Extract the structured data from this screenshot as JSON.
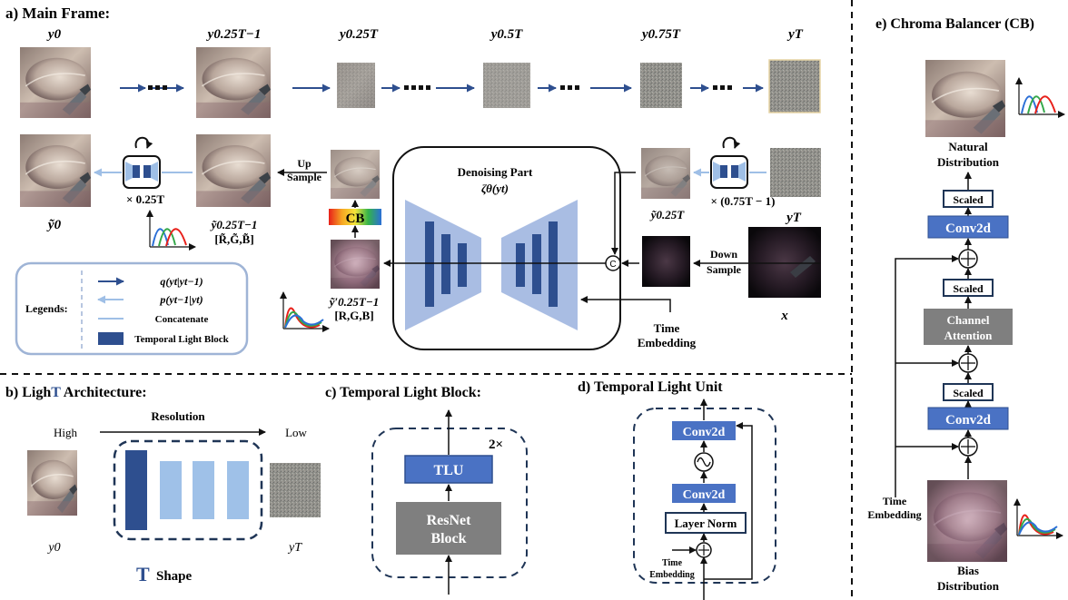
{
  "sections": {
    "a": "a) Main Frame:",
    "b_prefix": "b) Ligh",
    "b_T": "T",
    "b_suffix": " Architecture:",
    "c": "c) Temporal Light Block:",
    "d": "d) Temporal Light Unit",
    "e": "e) Chroma Balancer (CB)"
  },
  "main_frame": {
    "top_labels": [
      "y0",
      "y0.25T−1",
      "y0.25T",
      "y0.5T",
      "y0.75T",
      "yT"
    ],
    "bottom_labels": {
      "y0_tilde": "ỹ0",
      "mid_tilde": "ỹ0.25T−1",
      "mid_tilde_rgb": "[R̃,G̃,B̃]",
      "y025_tilde": "ỹ0.25T",
      "yprime": "ỹ′0.25T−1",
      "yprime_rgb": "[R,G,B]",
      "yT_right": "yT",
      "x": "x"
    },
    "loop_left": "× 0.25T",
    "loop_right": "× (0.75T − 1)",
    "up_sample": [
      "Up",
      "Sample"
    ],
    "down_sample": [
      "Down",
      "Sample"
    ],
    "cb": "CB",
    "concat": "C",
    "denoising_title": "Denoising Part",
    "denoising_fn": "ζθ(yt)",
    "time_embedding": [
      "Time",
      "Embedding"
    ],
    "legends": {
      "title": "Legends:",
      "q": "q(yt|yt−1)",
      "p": "p(yt−1|yt)",
      "concat": "Concatenate",
      "block": "Temporal Light Block"
    }
  },
  "arch": {
    "resolution": "Resolution",
    "high": "High",
    "low": "Low",
    "y0": "y0",
    "yT": "yT",
    "shape_T": "T",
    "shape": "Shape"
  },
  "tlb": {
    "repeat": "2×",
    "tlu": "TLU",
    "resnet": [
      "ResNet",
      "Block"
    ]
  },
  "tlu": {
    "conv_top": "Conv2d",
    "conv_mid": "Conv2d",
    "layer_norm": "Layer Norm",
    "time_embedding": [
      "Time",
      "Embedding"
    ]
  },
  "cb_panel": {
    "natural": [
      "Natural",
      "Distribution"
    ],
    "scaled_top": "Scaled",
    "conv_top": "Conv2d",
    "scaled_mid": "Scaled",
    "attention": [
      "Channel",
      "Attention"
    ],
    "scaled_low": "Scaled",
    "conv_low": "Conv2d",
    "time_embedding": [
      "Time",
      "Embedding"
    ],
    "bias": [
      "Bias",
      "Distribution"
    ]
  },
  "colors": {
    "dark_blue": "#2e4f8f",
    "mid_blue": "#4a72c4",
    "light_blue": "#9fbfe6",
    "trap_blue": "#a9bde3",
    "gray_box": "#7f7f7f",
    "legend_border": "#9fb4d6"
  }
}
